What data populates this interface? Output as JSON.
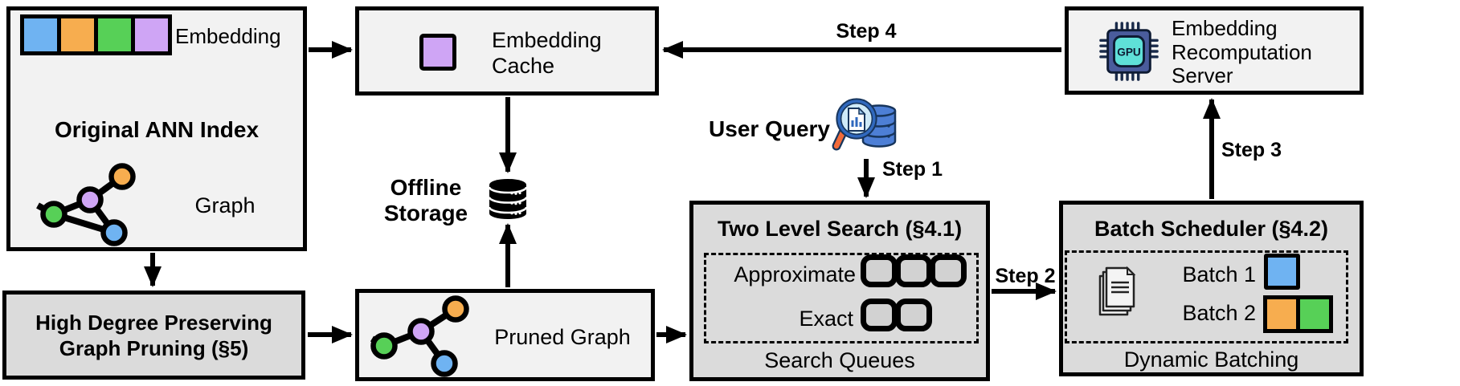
{
  "palette": {
    "blue": "#6FB3F2",
    "orange": "#F7AD4F",
    "green": "#57D057",
    "purple": "#CFA5F5",
    "box_light": "#F2F2F2",
    "box_gray": "#DBDBDB",
    "queue_fill": "#D2D2D2",
    "line_black": "#000000",
    "gpu_chip_body": "#4A5C9C",
    "gpu_chip_screen": "#5FE0D8",
    "query_db_blue": "#4D7FD6",
    "query_glass_blue": "#CFEAF8",
    "query_rim_blue": "#3069BE",
    "query_handle_orange": "#F26B3A"
  },
  "original_index": {
    "title": "Original ANN Index",
    "embedding_label": "Embedding",
    "graph_label": "Graph",
    "embedding_cells": [
      "blue",
      "orange",
      "green",
      "purple"
    ]
  },
  "embedding_cache": {
    "title_line1": "Embedding",
    "title_line2": "Cache"
  },
  "offline_storage": {
    "line1": "Offline",
    "line2": "Storage"
  },
  "high_degree_pruning": {
    "line1": "High Degree Preserving",
    "line2": "Graph Pruning (§5)"
  },
  "pruned_graph": {
    "label": "Pruned Graph"
  },
  "user_query": {
    "label": "User Query"
  },
  "two_level_search": {
    "title": "Two Level Search (§4.1)",
    "approximate_label": "Approximate",
    "exact_label": "Exact",
    "approximate_queue_count": 3,
    "exact_queue_count": 2,
    "footer": "Search Queues"
  },
  "batch_scheduler": {
    "title": "Batch Scheduler (§4.2)",
    "batch1_label": "Batch 1",
    "batch2_label": "Batch 2",
    "batch1_cells": [
      "blue"
    ],
    "batch2_cells": [
      "orange",
      "green"
    ],
    "footer": "Dynamic Batching"
  },
  "recomputation_server": {
    "line1": "Embedding",
    "line2": "Recomputation",
    "line3": "Server",
    "gpu_label": "GPU"
  },
  "steps": {
    "step1": "Step 1",
    "step2": "Step 2",
    "step3": "Step 3",
    "step4": "Step 4"
  }
}
